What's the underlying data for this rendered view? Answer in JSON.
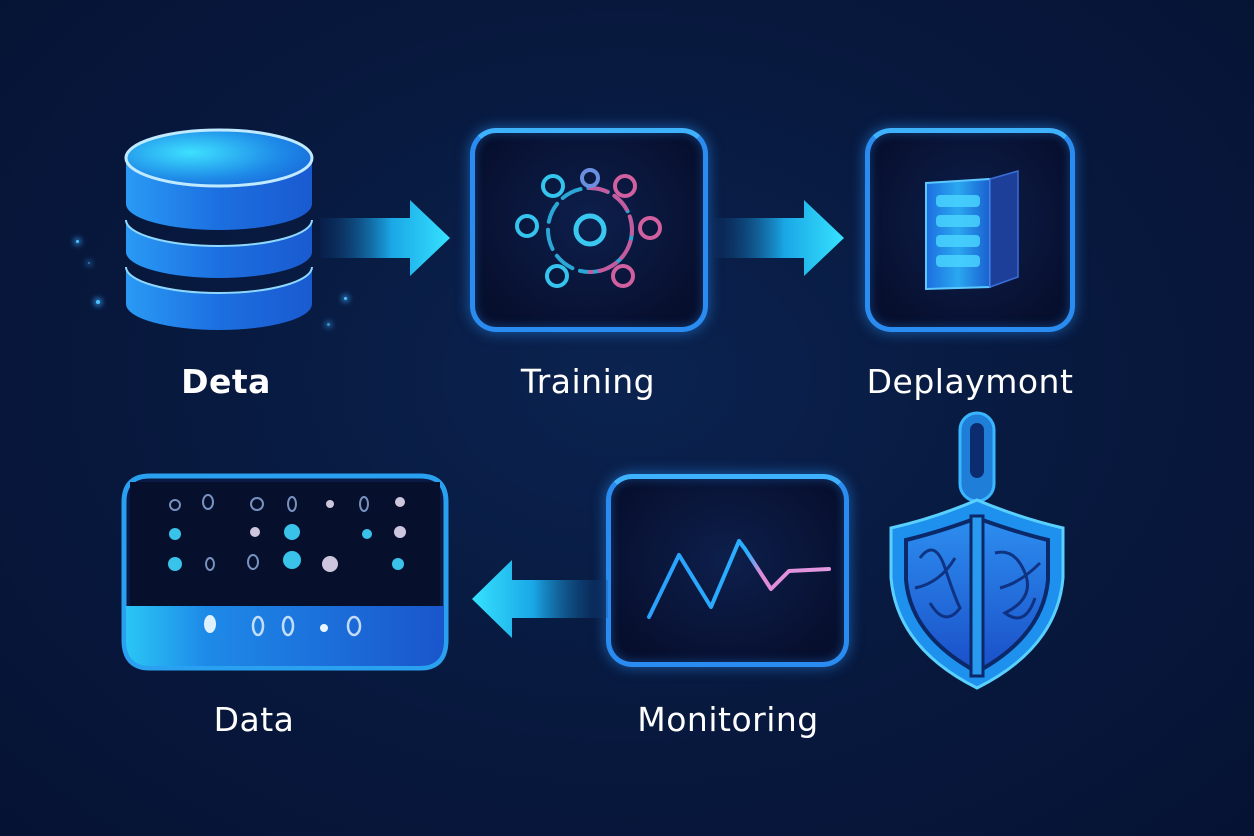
{
  "diagram": {
    "type": "ml-pipeline-flow",
    "nodes": [
      {
        "id": "data-top",
        "label": "Deta",
        "icon": "database-icon"
      },
      {
        "id": "training",
        "label": "Training",
        "icon": "neural-network-icon"
      },
      {
        "id": "deployment",
        "label": "Deplaymont",
        "icon": "server-icon"
      },
      {
        "id": "monitoring",
        "label": "Monitoring",
        "icon": "line-chart-icon"
      },
      {
        "id": "data-bottom",
        "label": "Data",
        "icon": "data-panel-icon"
      },
      {
        "id": "security",
        "label": "",
        "icon": "shield-lock-icon"
      }
    ],
    "edges": [
      {
        "from": "data-top",
        "to": "training",
        "direction": "right"
      },
      {
        "from": "training",
        "to": "deployment",
        "direction": "right"
      },
      {
        "from": "monitoring",
        "to": "data-bottom",
        "direction": "left"
      }
    ]
  },
  "colors": {
    "background": "#081a40",
    "accent_blue": "#2a8cf0",
    "accent_cyan": "#2ee0ff",
    "accent_pink": "#e070b0",
    "text": "#ffffff"
  }
}
